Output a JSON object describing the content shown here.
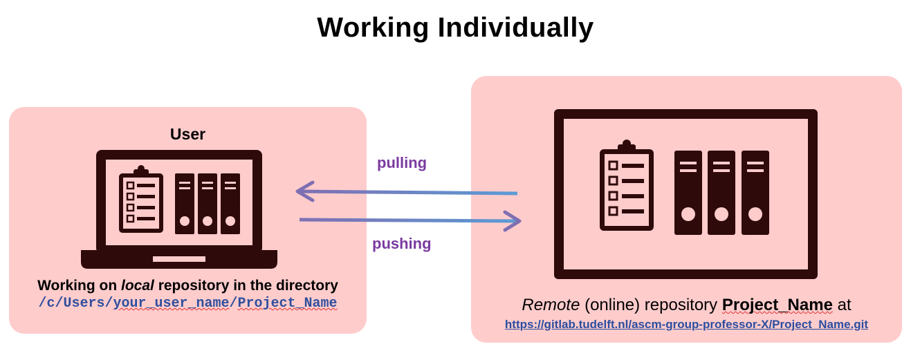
{
  "title": "Working Individually",
  "local": {
    "label": "User",
    "caption_prefix": "Working on ",
    "caption_emph": "local",
    "caption_suffix": " repository in the directory",
    "path_prefix": "/c/Users/",
    "path_user": "your_user_name",
    "path_sep": "/",
    "path_project": "Project_Name"
  },
  "remote": {
    "caption_emph": "Remote",
    "caption_mid": " (online) repository ",
    "caption_project": "Project_Name",
    "caption_suffix": " at",
    "url": "https://gitlab.tudelft.nl/ascm-group-professor-X/Project_Name.git"
  },
  "arrows": {
    "pull_label": "pulling",
    "push_label": "pushing"
  },
  "colors": {
    "panel_bg": "#ffcccc",
    "icon_dark": "#2e0a0a",
    "arrow": "#5b8fd0",
    "arrow_label": "#7a3aa0",
    "link": "#2a4ea0"
  },
  "icons": [
    "laptop-icon",
    "clipboard-icon",
    "binders-icon",
    "monitor-icon"
  ]
}
